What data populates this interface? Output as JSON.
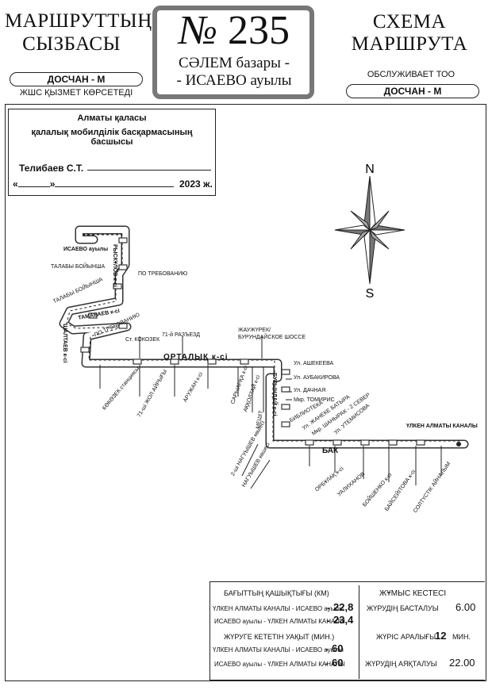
{
  "header": {
    "kz_title_line1": "МАРШРУТТЫҢ",
    "kz_title_line2": "СЫЗБАСЫ",
    "ru_title_line1": "СХЕМА",
    "ru_title_line2": "МАРШРУТА",
    "route_sign": "№",
    "route_number": "235",
    "route_dest_line1": "СӘЛЕМ базары -",
    "route_dest_line2": "- ИСАЕВО ауылы",
    "kz_operator": "ДОСЧАН - М",
    "kz_service": "ЖШС ҚЫЗМЕТ КӨРСЕТЕДІ",
    "ru_service": "ОБСЛУЖИВАЕТ ТОО",
    "ru_operator": "ДОСЧАН - М"
  },
  "approval": {
    "line1": "Алматы қаласы",
    "line2": "қалалық мобилділік басқармасының басшысы",
    "name": "Телибаев С.Т.",
    "date_prefix": "«",
    "date_mid": "»",
    "year": "2023 ж."
  },
  "compass": {
    "north": "N",
    "south": "S"
  },
  "map_labels": {
    "isaevo": "ИСАЕВО ауылы",
    "ryskulov": "РЫСКҰЛОВ к-сi",
    "po_treb1": "ПО ТРЕБОВАНИЮ",
    "talaby1": "ТАЛАБЫ БОЙЫНША",
    "talaby2": "ТАЛАБЫ БОЙЫНША",
    "tamabaev": "ТАМАБАЕВ к-сi",
    "po_treb2": "ПО ТРЕБОВАНИЮ",
    "shaltaev": "ШАЛТАЕВ к-сi",
    "kokozek": "Ст. КОКОЗЕК",
    "razyezd": "71-й РАЗЪЕЗД",
    "zhauzhurek": "ЖАУЖҮРЕК/",
    "burundai": "БУРУНДАЙСКОЕ ШОССЕ",
    "ortalyk": "ОРТАЛЫҚ к-сi",
    "kokozek_st": "КӨКӨЗЕК станциясы",
    "razyezd_kz": "71-ші ЖОЛ АЙРЫҒЫ",
    "aruzha": "АРУЖАН к-сi",
    "saryarka": "САРЫАРҚА к-сi",
    "akkoltai": "АҚҚОЛТАЙ к-сi",
    "meshit": "МЕШІТ",
    "burundai_kz": "БУРЫНДАЙ к-сi",
    "ashekeeva": "Ул. АШЕКЕЕВА",
    "aubakirova": "Ул. АУБАКИРОВА",
    "dachnaya": "Ул. ДАЧНАЯ",
    "tomiris": "Мкр. ТОМИРИС",
    "biblioteka": "БИБЛИОТЕКА",
    "nagyshevka": "2-ші НАГУЫШЕВ көшесі",
    "nagyshevka2": "НАГУЫШЕВ көшесі",
    "zhanabek": "Ул. ЖАНЕКЕ БАТЫРА",
    "shanyrak": "Мкр. ШАНЫРАК - 2 СЕВЕР",
    "utemisova": "Ул. УТЕМИСОВА",
    "ulken": "ҮЛКЕН АЛМАТЫ КАНАЛЫ",
    "bak": "БАК",
    "orbulak": "ОРБҰЛАҚ к-сi",
    "ualikhanov": "УАЛИХАНОВ",
    "boishenko": "БОЙШЕНКО к-сi",
    "baisepitova": "БАЙСЕЙІТОВА к-сi",
    "bolotnaya": "СОЛТҮСТІК АЙНАЛЫМ"
  },
  "info": {
    "distance_header": "БАҒЫТТЫҢ ҚАШЫҚТЫҒЫ (КМ)",
    "dist_row1_label": "ҮЛКЕН АЛМАТЫ КАНАЛЫ - ИСАЕВО ауылы",
    "dist_row1_sep": "-",
    "dist_row1_value": "22,8",
    "dist_row2_label": "ИСАЕВО ауылы - ҮЛКЕН АЛМАТЫ КАНАЛЫ",
    "dist_row2_sep": "-",
    "dist_row2_value": "23,4",
    "time_header": "ЖҮРУГЕ КЕТЕТІН УАҚЫТ (МИН.)",
    "time_row1_label": "ҮЛКЕН АЛМАТЫ КАНАЛЫ - ИСАЕВО ауылы",
    "time_row1_sep": "-",
    "time_row1_value": "60",
    "time_row2_label": "ИСАЕВО ауылы - ҮЛКЕН АЛМАТЫ КАНАЛЫ",
    "time_row2_sep": "-",
    "time_row2_value": "60",
    "schedule_header": "ЖҰМЫС КЕСТЕСІ",
    "start_label": "ЖҮРУДІҢ БАСТАЛУЫ",
    "start_value": "6.00",
    "interval_label": "ЖҮРІС АРАЛЫҒЫ",
    "interval_value": "12",
    "interval_unit": "МИН.",
    "end_label": "ЖҮРУДІҢ АЯҚТАЛУЫ",
    "end_value": "22.00"
  }
}
